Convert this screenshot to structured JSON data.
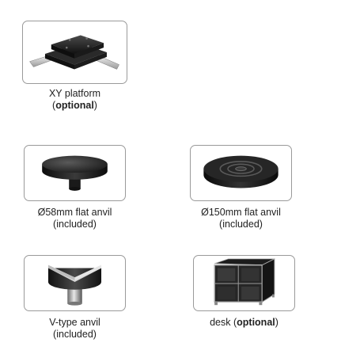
{
  "products": [
    {
      "name": "XY platform",
      "note_open": "(",
      "note_bold": "optional",
      "note_close": ")"
    },
    {
      "name": "Ø58mm flat anvil",
      "note": "(included)"
    },
    {
      "name": "Ø150mm flat anvil",
      "note": "(included)"
    },
    {
      "name": "V-type anvil",
      "note": "(included)"
    },
    {
      "name": "desk",
      "note_open": "(",
      "note_bold": "optional",
      "note_close": ")"
    }
  ],
  "icons": [
    "xy-platform-image",
    "flat-anvil-58-image",
    "flat-anvil-150-image",
    "v-type-anvil-image",
    "desk-image"
  ]
}
